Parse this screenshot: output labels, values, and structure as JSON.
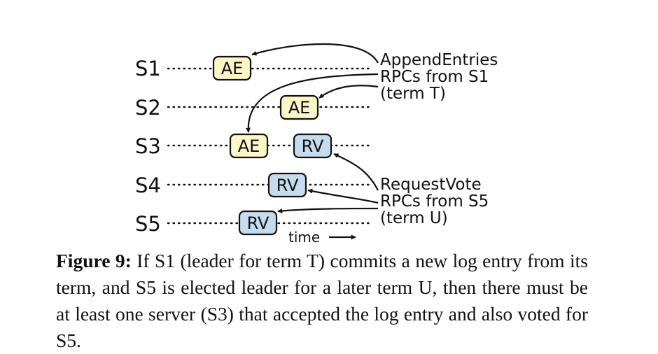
{
  "servers": [
    "S1",
    "S2",
    "S3",
    "S4",
    "S5"
  ],
  "boxes": [
    {
      "id": "ae-s1",
      "label": "AE",
      "kind": "append-entries",
      "server": "S1"
    },
    {
      "id": "ae-s2",
      "label": "AE",
      "kind": "append-entries",
      "server": "S2"
    },
    {
      "id": "ae-s3",
      "label": "AE",
      "kind": "append-entries",
      "server": "S3"
    },
    {
      "id": "rv-s3",
      "label": "RV",
      "kind": "request-vote",
      "server": "S3"
    },
    {
      "id": "rv-s4",
      "label": "RV",
      "kind": "request-vote",
      "server": "S4"
    },
    {
      "id": "rv-s5",
      "label": "RV",
      "kind": "request-vote",
      "server": "S5"
    }
  ],
  "colors": {
    "append_entries_fill": "#fdf6c8",
    "request_vote_fill": "#c5dcef",
    "line": "#111111"
  },
  "annotations": {
    "append_entries": [
      "AppendEntries",
      "RPCs from S1",
      "(term T)"
    ],
    "request_vote": [
      "RequestVote",
      "RPCs from S5",
      "(term U)"
    ]
  },
  "time_label": "time",
  "caption": {
    "label": "Figure 9:",
    "text": "If S1 (leader for term T) commits a new log entry from its term, and S5 is elected leader for a later term U, then there must be at least one server (S3) that accepted the log entry and also voted for S5."
  }
}
